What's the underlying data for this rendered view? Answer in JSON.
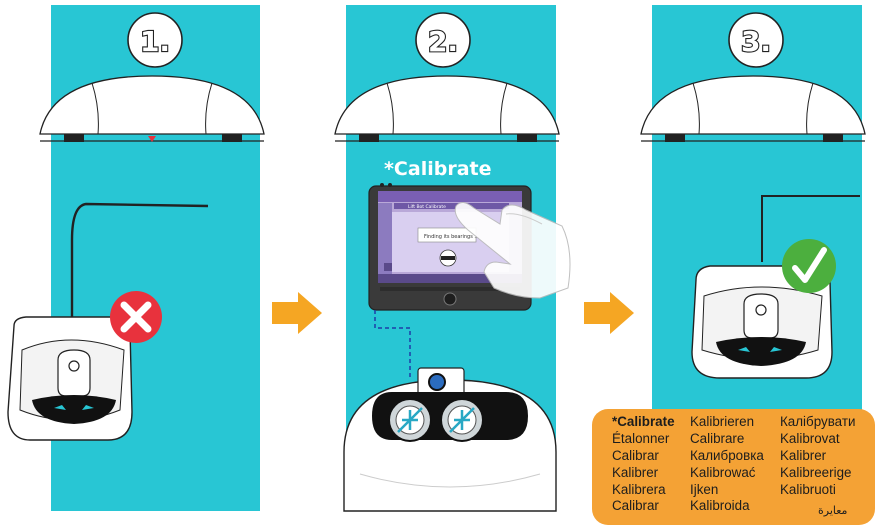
{
  "steps": [
    {
      "number": "1."
    },
    {
      "number": "2."
    },
    {
      "number": "3."
    }
  ],
  "step2": {
    "title": "*Calibrate",
    "tablet_header": "Lift Bot Calibrate",
    "tablet_dialog": "Finding its bearings ..."
  },
  "languages": {
    "column1": [
      "*Calibrate",
      "Étalonner",
      "Calibrar",
      "Kalibrer",
      "Kalibrera",
      "Calibrar"
    ],
    "column2": [
      "Kalibrieren",
      "Calibrare",
      "Калибровка",
      "Kalibrować",
      "Ijken",
      "Kalibroida"
    ],
    "column3": [
      "Калібрувати",
      "Kalibrovat",
      "Kalibrer",
      "Kalibreerige",
      "Kalibruoti"
    ],
    "arabic": "معايرة"
  },
  "icons": [
    "error-x-icon",
    "success-check-icon",
    "arrow-right-icon"
  ],
  "colors": {
    "panel": "#28c6d4",
    "arrow": "#f5a623",
    "error": "#e8323d",
    "success": "#4caf3e",
    "label_box": "#f4a235"
  }
}
